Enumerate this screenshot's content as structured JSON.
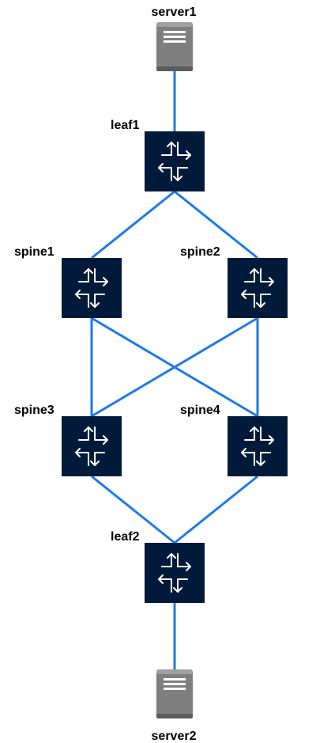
{
  "nodes": {
    "server1": {
      "label": "server1",
      "kind": "server-icon"
    },
    "leaf1": {
      "label": "leaf1",
      "kind": "router-icon"
    },
    "spine1": {
      "label": "spine1",
      "kind": "router-icon"
    },
    "spine2": {
      "label": "spine2",
      "kind": "router-icon"
    },
    "spine3": {
      "label": "spine3",
      "kind": "router-icon"
    },
    "spine4": {
      "label": "spine4",
      "kind": "router-icon"
    },
    "leaf2": {
      "label": "leaf2",
      "kind": "router-icon"
    },
    "server2": {
      "label": "server2",
      "kind": "server-icon"
    }
  },
  "links": [
    {
      "from": "server1",
      "to": "leaf1"
    },
    {
      "from": "leaf1",
      "to": "spine1"
    },
    {
      "from": "leaf1",
      "to": "spine2"
    },
    {
      "from": "spine1",
      "to": "spine3"
    },
    {
      "from": "spine1",
      "to": "spine4"
    },
    {
      "from": "spine2",
      "to": "spine3"
    },
    {
      "from": "spine2",
      "to": "spine4"
    },
    {
      "from": "spine3",
      "to": "leaf2"
    },
    {
      "from": "spine4",
      "to": "leaf2"
    },
    {
      "from": "leaf2",
      "to": "server2"
    }
  ],
  "colors": {
    "link": "#1f7ae6",
    "router_fill": "#021a3a",
    "router_glyph": "#ffffff",
    "server_fill": "#7d7d7d",
    "server_top": "#9a9a9a",
    "server_lines": "#ffffff"
  }
}
